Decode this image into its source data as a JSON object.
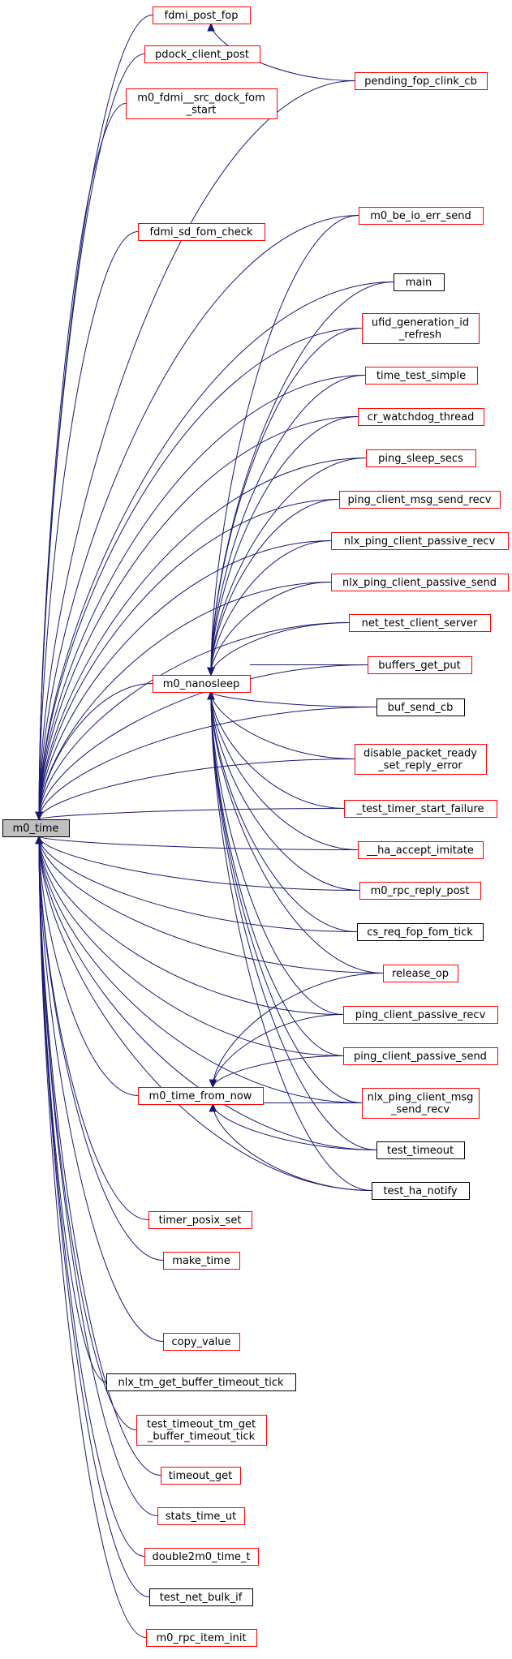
{
  "colors": {
    "edge": "#191970",
    "link_border": "#ff0000",
    "plain_border": "#000000",
    "focus_fill": "#bfbfbf",
    "background": "#ffffff"
  },
  "graph": {
    "nodes": [
      {
        "id": "m0_time",
        "lines": [
          "m0_time"
        ],
        "style": "focus"
      },
      {
        "id": "m0_nanosleep",
        "lines": [
          "m0_nanosleep"
        ],
        "style": "red"
      },
      {
        "id": "m0_time_from_now",
        "lines": [
          "m0_time_from_now"
        ],
        "style": "red"
      },
      {
        "id": "fdmi_post_fop",
        "lines": [
          "fdmi_post_fop"
        ],
        "style": "red"
      },
      {
        "id": "pdock_client_post",
        "lines": [
          "pdock_client_post"
        ],
        "style": "red"
      },
      {
        "id": "m0_fdmi__src_dock_fom_start",
        "lines": [
          "m0_fdmi__src_dock_fom",
          "_start"
        ],
        "style": "red"
      },
      {
        "id": "fdmi_sd_fom_check",
        "lines": [
          "fdmi_sd_fom_check"
        ],
        "style": "red"
      },
      {
        "id": "timer_posix_set",
        "lines": [
          "timer_posix_set"
        ],
        "style": "red"
      },
      {
        "id": "make_time",
        "lines": [
          "make_time"
        ],
        "style": "red"
      },
      {
        "id": "copy_value",
        "lines": [
          "copy_value"
        ],
        "style": "red"
      },
      {
        "id": "nlx_tm_get_buffer_timeout_tick",
        "lines": [
          "nlx_tm_get_buffer_timeout_tick"
        ],
        "style": "black"
      },
      {
        "id": "test_timeout_tm_get_buffer_timeout_tick",
        "lines": [
          "test_timeout_tm_get",
          "_buffer_timeout_tick"
        ],
        "style": "red"
      },
      {
        "id": "timeout_get",
        "lines": [
          "timeout_get"
        ],
        "style": "red"
      },
      {
        "id": "stats_time_ut",
        "lines": [
          "stats_time_ut"
        ],
        "style": "red"
      },
      {
        "id": "double2m0_time_t",
        "lines": [
          "double2m0_time_t"
        ],
        "style": "red"
      },
      {
        "id": "test_net_bulk_if",
        "lines": [
          "test_net_bulk_if"
        ],
        "style": "black"
      },
      {
        "id": "m0_rpc_item_init",
        "lines": [
          "m0_rpc_item_init"
        ],
        "style": "red"
      },
      {
        "id": "pending_fop_clink_cb",
        "lines": [
          "pending_fop_clink_cb"
        ],
        "style": "red"
      },
      {
        "id": "m0_be_io_err_send",
        "lines": [
          "m0_be_io_err_send"
        ],
        "style": "red"
      },
      {
        "id": "main",
        "lines": [
          "main"
        ],
        "style": "black"
      },
      {
        "id": "ufid_generation_id_refresh",
        "lines": [
          "ufid_generation_id",
          "_refresh"
        ],
        "style": "red"
      },
      {
        "id": "time_test_simple",
        "lines": [
          "time_test_simple"
        ],
        "style": "red"
      },
      {
        "id": "cr_watchdog_thread",
        "lines": [
          "cr_watchdog_thread"
        ],
        "style": "red"
      },
      {
        "id": "ping_sleep_secs",
        "lines": [
          "ping_sleep_secs"
        ],
        "style": "red"
      },
      {
        "id": "ping_client_msg_send_recv",
        "lines": [
          "ping_client_msg_send_recv"
        ],
        "style": "red"
      },
      {
        "id": "nlx_ping_client_passive_recv",
        "lines": [
          "nlx_ping_client_passive_recv"
        ],
        "style": "red"
      },
      {
        "id": "nlx_ping_client_passive_send",
        "lines": [
          "nlx_ping_client_passive_send"
        ],
        "style": "red"
      },
      {
        "id": "net_test_client_server",
        "lines": [
          "net_test_client_server"
        ],
        "style": "red"
      },
      {
        "id": "buffers_get_put",
        "lines": [
          "buffers_get_put"
        ],
        "style": "red"
      },
      {
        "id": "buf_send_cb",
        "lines": [
          "buf_send_cb"
        ],
        "style": "black"
      },
      {
        "id": "disable_packet_ready_set_reply_error",
        "lines": [
          "disable_packet_ready",
          "_set_reply_error"
        ],
        "style": "red"
      },
      {
        "id": "_test_timer_start_failure",
        "lines": [
          "_test_timer_start_failure"
        ],
        "style": "red"
      },
      {
        "id": "__ha_accept_imitate",
        "lines": [
          "__ha_accept_imitate"
        ],
        "style": "red"
      },
      {
        "id": "m0_rpc_reply_post",
        "lines": [
          "m0_rpc_reply_post"
        ],
        "style": "red"
      },
      {
        "id": "cs_req_fop_fom_tick",
        "lines": [
          "cs_req_fop_fom_tick"
        ],
        "style": "black"
      },
      {
        "id": "release_op",
        "lines": [
          "release_op"
        ],
        "style": "red"
      },
      {
        "id": "ping_client_passive_recv",
        "lines": [
          "ping_client_passive_recv"
        ],
        "style": "red"
      },
      {
        "id": "ping_client_passive_send",
        "lines": [
          "ping_client_passive_send"
        ],
        "style": "red"
      },
      {
        "id": "nlx_ping_client_msg_send_recv",
        "lines": [
          "nlx_ping_client_msg",
          "_send_recv"
        ],
        "style": "red"
      },
      {
        "id": "test_timeout",
        "lines": [
          "test_timeout"
        ],
        "style": "black"
      },
      {
        "id": "test_ha_notify",
        "lines": [
          "test_ha_notify"
        ],
        "style": "black"
      }
    ],
    "edges": [
      [
        "m0_nanosleep",
        "m0_time"
      ],
      [
        "m0_time_from_now",
        "m0_time"
      ],
      [
        "fdmi_post_fop",
        "m0_time"
      ],
      [
        "pdock_client_post",
        "m0_time"
      ],
      [
        "m0_fdmi__src_dock_fom_start",
        "m0_time"
      ],
      [
        "fdmi_sd_fom_check",
        "m0_time"
      ],
      [
        "timer_posix_set",
        "m0_time"
      ],
      [
        "make_time",
        "m0_time"
      ],
      [
        "copy_value",
        "m0_time"
      ],
      [
        "nlx_tm_get_buffer_timeout_tick",
        "m0_time"
      ],
      [
        "test_timeout_tm_get_buffer_timeout_tick",
        "m0_time"
      ],
      [
        "timeout_get",
        "m0_time"
      ],
      [
        "stats_time_ut",
        "m0_time"
      ],
      [
        "double2m0_time_t",
        "m0_time"
      ],
      [
        "test_net_bulk_if",
        "m0_time"
      ],
      [
        "m0_rpc_item_init",
        "m0_time"
      ],
      [
        "pending_fop_clink_cb",
        "m0_time"
      ],
      [
        "m0_be_io_err_send",
        "m0_time"
      ],
      [
        "main",
        "m0_time"
      ],
      [
        "ufid_generation_id_refresh",
        "m0_time"
      ],
      [
        "time_test_simple",
        "m0_time"
      ],
      [
        "cr_watchdog_thread",
        "m0_time"
      ],
      [
        "ping_sleep_secs",
        "m0_time"
      ],
      [
        "ping_client_msg_send_recv",
        "m0_time"
      ],
      [
        "nlx_ping_client_passive_recv",
        "m0_time"
      ],
      [
        "nlx_ping_client_passive_send",
        "m0_time"
      ],
      [
        "net_test_client_server",
        "m0_time"
      ],
      [
        "buffers_get_put",
        "m0_time"
      ],
      [
        "buf_send_cb",
        "m0_time"
      ],
      [
        "disable_packet_ready_set_reply_error",
        "m0_time"
      ],
      [
        "_test_timer_start_failure",
        "m0_time"
      ],
      [
        "__ha_accept_imitate",
        "m0_time"
      ],
      [
        "m0_rpc_reply_post",
        "m0_time"
      ],
      [
        "cs_req_fop_fom_tick",
        "m0_time"
      ],
      [
        "release_op",
        "m0_time"
      ],
      [
        "ping_client_passive_recv",
        "m0_time"
      ],
      [
        "ping_client_passive_send",
        "m0_time"
      ],
      [
        "nlx_ping_client_msg_send_recv",
        "m0_time"
      ],
      [
        "test_timeout",
        "m0_time"
      ],
      [
        "test_ha_notify",
        "m0_time"
      ],
      [
        "pending_fop_clink_cb",
        "fdmi_post_fop"
      ],
      [
        "m0_be_io_err_send",
        "m0_nanosleep"
      ],
      [
        "main",
        "m0_nanosleep"
      ],
      [
        "ufid_generation_id_refresh",
        "m0_nanosleep"
      ],
      [
        "time_test_simple",
        "m0_nanosleep"
      ],
      [
        "cr_watchdog_thread",
        "m0_nanosleep"
      ],
      [
        "ping_sleep_secs",
        "m0_nanosleep"
      ],
      [
        "ping_client_msg_send_recv",
        "m0_nanosleep"
      ],
      [
        "nlx_ping_client_passive_recv",
        "m0_nanosleep"
      ],
      [
        "nlx_ping_client_passive_send",
        "m0_nanosleep"
      ],
      [
        "net_test_client_server",
        "m0_nanosleep"
      ],
      [
        "buffers_get_put",
        "m0_nanosleep"
      ],
      [
        "buf_send_cb",
        "m0_nanosleep"
      ],
      [
        "disable_packet_ready_set_reply_error",
        "m0_nanosleep"
      ],
      [
        "_test_timer_start_failure",
        "m0_nanosleep"
      ],
      [
        "__ha_accept_imitate",
        "m0_nanosleep"
      ],
      [
        "m0_rpc_reply_post",
        "m0_nanosleep"
      ],
      [
        "cs_req_fop_fom_tick",
        "m0_nanosleep"
      ],
      [
        "release_op",
        "m0_nanosleep"
      ],
      [
        "ping_client_passive_recv",
        "m0_nanosleep"
      ],
      [
        "ping_client_passive_send",
        "m0_nanosleep"
      ],
      [
        "nlx_ping_client_msg_send_recv",
        "m0_nanosleep"
      ],
      [
        "test_timeout",
        "m0_nanosleep"
      ],
      [
        "test_ha_notify",
        "m0_nanosleep"
      ],
      [
        "release_op",
        "m0_time_from_now"
      ],
      [
        "ping_client_passive_recv",
        "m0_time_from_now"
      ],
      [
        "ping_client_passive_send",
        "m0_time_from_now"
      ],
      [
        "nlx_ping_client_msg_send_recv",
        "m0_time_from_now"
      ],
      [
        "test_timeout",
        "m0_time_from_now"
      ],
      [
        "test_ha_notify",
        "m0_time_from_now"
      ]
    ]
  }
}
